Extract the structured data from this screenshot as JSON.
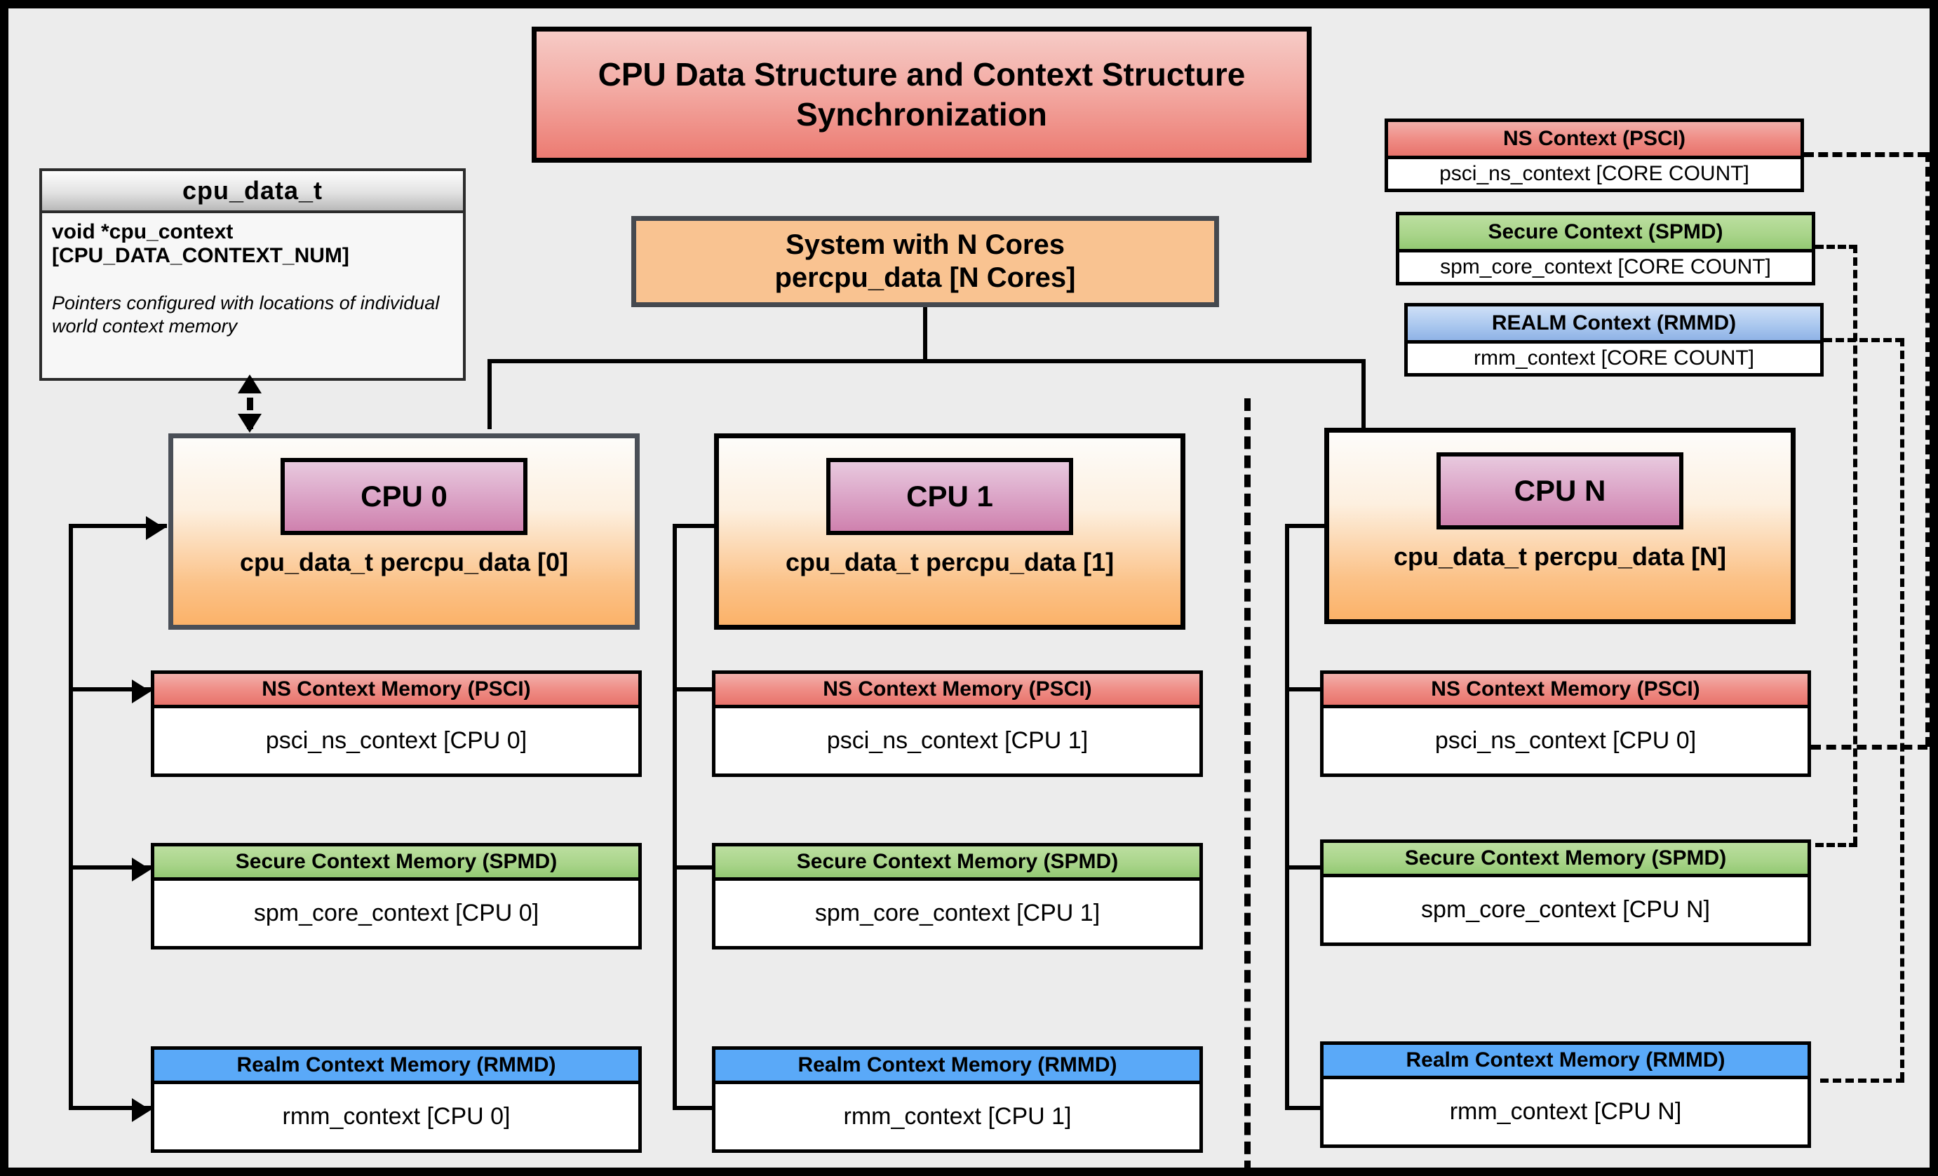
{
  "title": "CPU Data Structure and Context Structure Synchronization",
  "cpu_data_struct": {
    "header": "cpu_data_t",
    "field": "void  *cpu_context [CPU_DATA_CONTEXT_NUM]",
    "note": "Pointers configured with locations of individual world context memory"
  },
  "system": {
    "line1": "System with N Cores",
    "line2": "percpu_data [N Cores]"
  },
  "global_contexts": [
    {
      "header": "NS Context  (PSCI)",
      "body": "psci_ns_context [CORE COUNT]",
      "color": "#e8736b"
    },
    {
      "header": "Secure Context (SPMD)",
      "body": "spm_core_context [CORE COUNT]",
      "color": "#93c973"
    },
    {
      "header": "REALM Context (RMMD)",
      "body": "rmm_context [CORE COUNT]",
      "color": "#8fb3e6"
    }
  ],
  "cpus": [
    {
      "badge": "CPU 0",
      "label": "cpu_data_t percpu_data [0]",
      "memories": [
        {
          "header": "NS Context Memory (PSCI)",
          "body": "psci_ns_context [CPU 0]"
        },
        {
          "header": "Secure Context Memory (SPMD)",
          "body": "spm_core_context [CPU 0]"
        },
        {
          "header": "Realm Context Memory (RMMD)",
          "body": "rmm_context [CPU 0]"
        }
      ]
    },
    {
      "badge": "CPU 1",
      "label": "cpu_data_t percpu_data [1]",
      "memories": [
        {
          "header": "NS Context Memory (PSCI)",
          "body": "psci_ns_context [CPU 1]"
        },
        {
          "header": "Secure Context Memory (SPMD)",
          "body": "spm_core_context [CPU 1]"
        },
        {
          "header": "Realm Context Memory (RMMD)",
          "body": "rmm_context [CPU 1]"
        }
      ]
    },
    {
      "badge": "CPU N",
      "label": "cpu_data_t percpu_data [N]",
      "memories": [
        {
          "header": "NS Context Memory (PSCI)",
          "body": "psci_ns_context [CPU 0]"
        },
        {
          "header": "Secure Context Memory (SPMD)",
          "body": "spm_core_context [CPU N]"
        },
        {
          "header": "Realm Context Memory (RMMD)",
          "body": "rmm_context [CPU N]"
        }
      ]
    }
  ],
  "colors": {
    "ns": "#e8736b",
    "secure": "#93c973",
    "realm": "#5aa9f8",
    "cpu_card": "#fbb269",
    "cpu_badge": "#cf81ae",
    "title": "#ec7b72",
    "background": "#ececec"
  }
}
